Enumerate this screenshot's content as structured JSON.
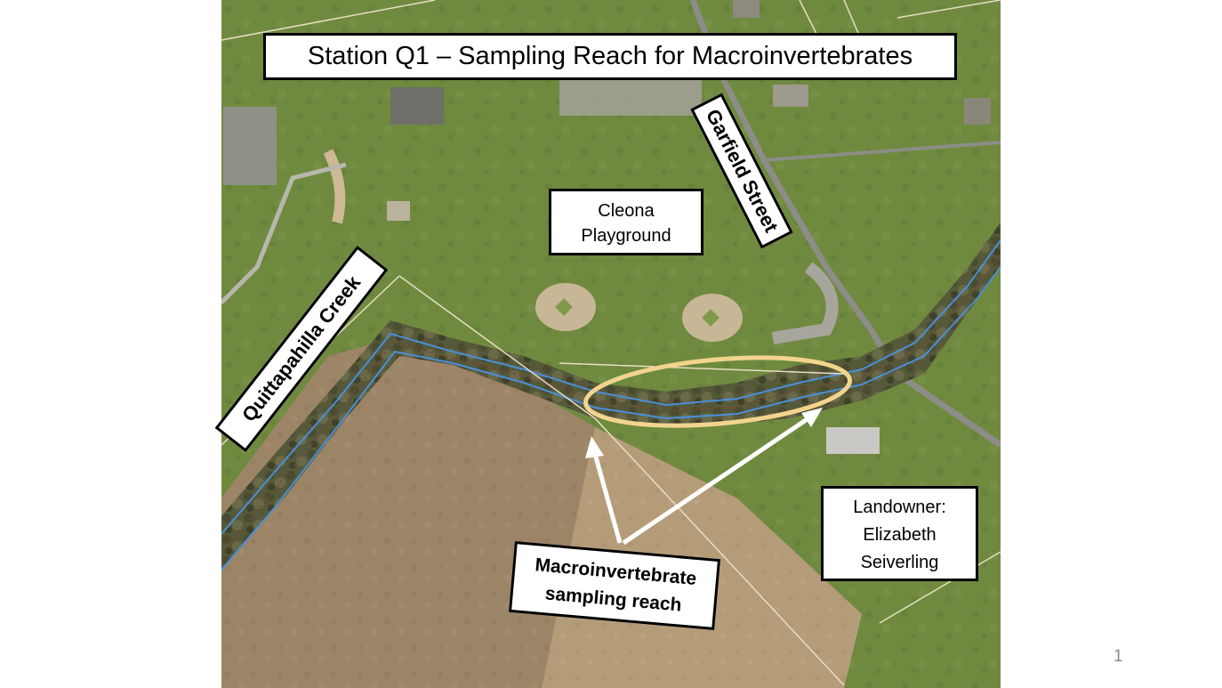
{
  "title": "Station Q1 – Sampling Reach for Macroinvertebrates",
  "map": {
    "labels": {
      "playground_line1": "Cleona",
      "playground_line2": "Playground",
      "street": "Garfield Street",
      "creek": "Quittapahilla Creek",
      "reach_line1": "Macroinvertebrate",
      "reach_line2": "sampling reach",
      "landowner_line1": "Landowner:",
      "landowner_line2": "Elizabeth",
      "landowner_line3": "Seiverling"
    },
    "colors": {
      "grass": "#6f8a3f",
      "field": "#9c8466",
      "creek_outline": "#4a8fd8",
      "reach_highlight": "#f2d48e",
      "arrow": "#ffffff"
    }
  },
  "page_number": "1"
}
